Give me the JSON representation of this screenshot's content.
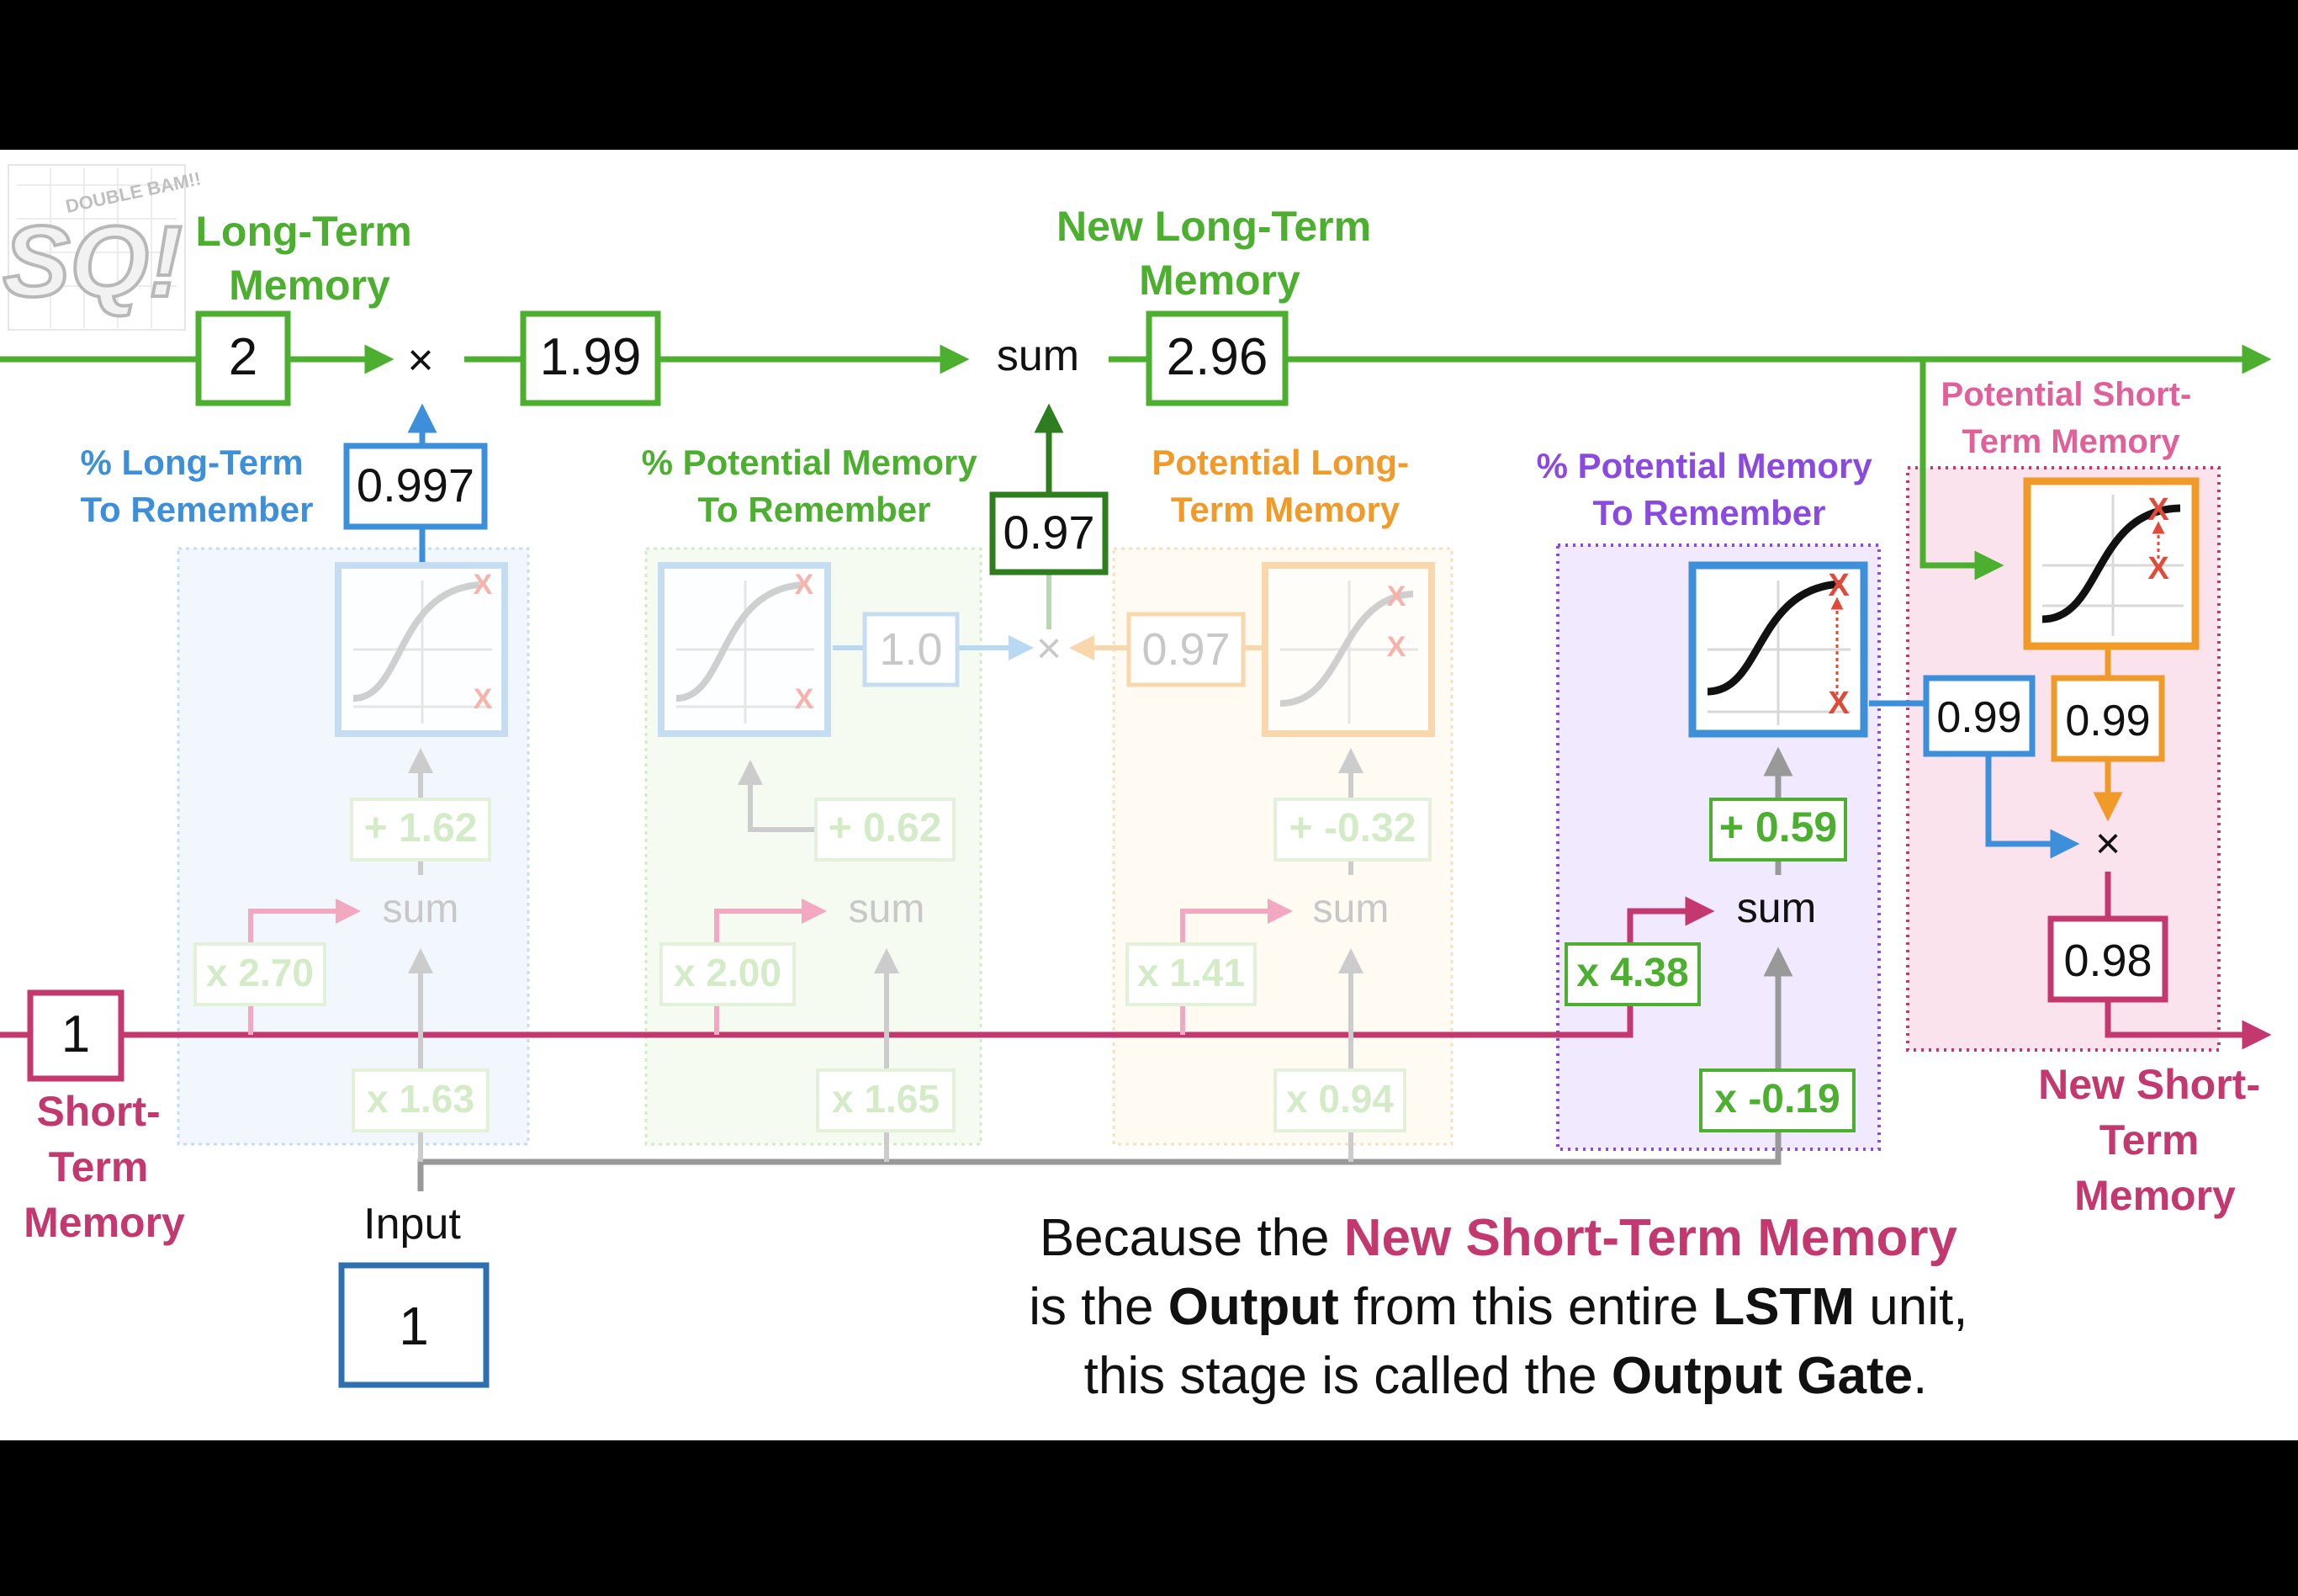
{
  "logo": {
    "top_text": "DOUBLE BAM!!",
    "letters": "SQ!"
  },
  "labels": {
    "long_term_memory": [
      "Long-Term",
      "Memory"
    ],
    "new_long_term_memory": [
      "New Long-Term",
      "Memory"
    ],
    "pct_long_term": [
      "% Long-Term",
      "To Remember"
    ],
    "pct_potential_memory_1": [
      "% Potential Memory",
      "To Remember"
    ],
    "potential_long_term": [
      "Potential Long-",
      "Term Memory"
    ],
    "pct_potential_memory_2": [
      "% Potential Memory",
      "To Remember"
    ],
    "potential_short_term": [
      "Potential Short-",
      "Term Memory"
    ],
    "short_term_memory": [
      "Short-",
      "Term",
      "Memory"
    ],
    "new_short_term_memory": [
      "New Short-",
      "Term",
      "Memory"
    ],
    "input": "Input"
  },
  "values": {
    "ltm_in": "2",
    "ltm_after_forget": "1.99",
    "ltm_new": "2.96",
    "forget_gate_out": "0.997",
    "input_gate_product": "0.97",
    "stm_in": "1",
    "input_value": "1",
    "input_gate_sig": "1.0",
    "input_gate_tanh": "0.97",
    "output_gate_sig": "0.99",
    "output_gate_tanh": "0.99",
    "stm_new": "0.98"
  },
  "ops": {
    "sum": "sum",
    "times": "×"
  },
  "weights": {
    "forget": {
      "bias": "+ 1.62",
      "stm_w": "x 2.70",
      "in_w": "x 1.63"
    },
    "input_sig": {
      "bias": "+ 0.62",
      "stm_w": "x 2.00",
      "in_w": "x 1.65"
    },
    "input_tanh": {
      "bias": "+ -0.32",
      "stm_w": "x 1.41",
      "in_w": "x 0.94"
    },
    "output": {
      "bias": "+ 0.59",
      "stm_w": "x 4.38",
      "in_w": "x -0.19"
    }
  },
  "caption": {
    "l1_a": "Because the ",
    "l1_b": "New Short-Term Memory",
    "l2_a": "is the ",
    "l2_b": "Output",
    "l2_c": " from this entire ",
    "l2_d": "LSTM",
    "l2_e": " unit,",
    "l3_a": "this stage is called the ",
    "l3_b": "Output Gate",
    "l3_c": "."
  },
  "colors": {
    "green": "#4caf30",
    "dark_green": "#2e7d1e",
    "blue": "#3d8fd9",
    "pink": "#c2386f",
    "orange": "#f09a2a",
    "purple": "#8a4ae0",
    "gray": "#999999",
    "input_box": "#2e6fb0"
  }
}
